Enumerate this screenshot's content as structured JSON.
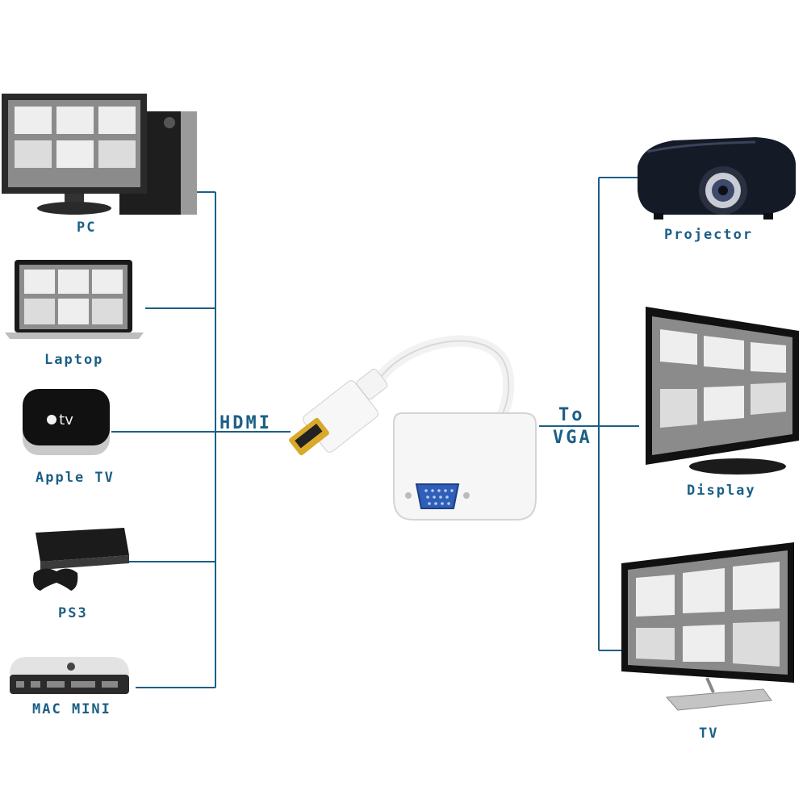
{
  "labels": {
    "pc": "PC",
    "laptop": "Laptop",
    "apple_tv": "Apple TV",
    "ps3": "PS3",
    "mac_mini": "MAC MINI",
    "hdmi": "HDMI",
    "to": "To",
    "vga": "VGA",
    "projector": "Projector",
    "display": "Display",
    "tv": "TV"
  },
  "colors": {
    "line": "#1b5f86",
    "label": "#1b5f86",
    "adapter": "#f4f4f4",
    "hdmi_tip": "#d9a92a",
    "vga_port": "#2f5fb8"
  }
}
